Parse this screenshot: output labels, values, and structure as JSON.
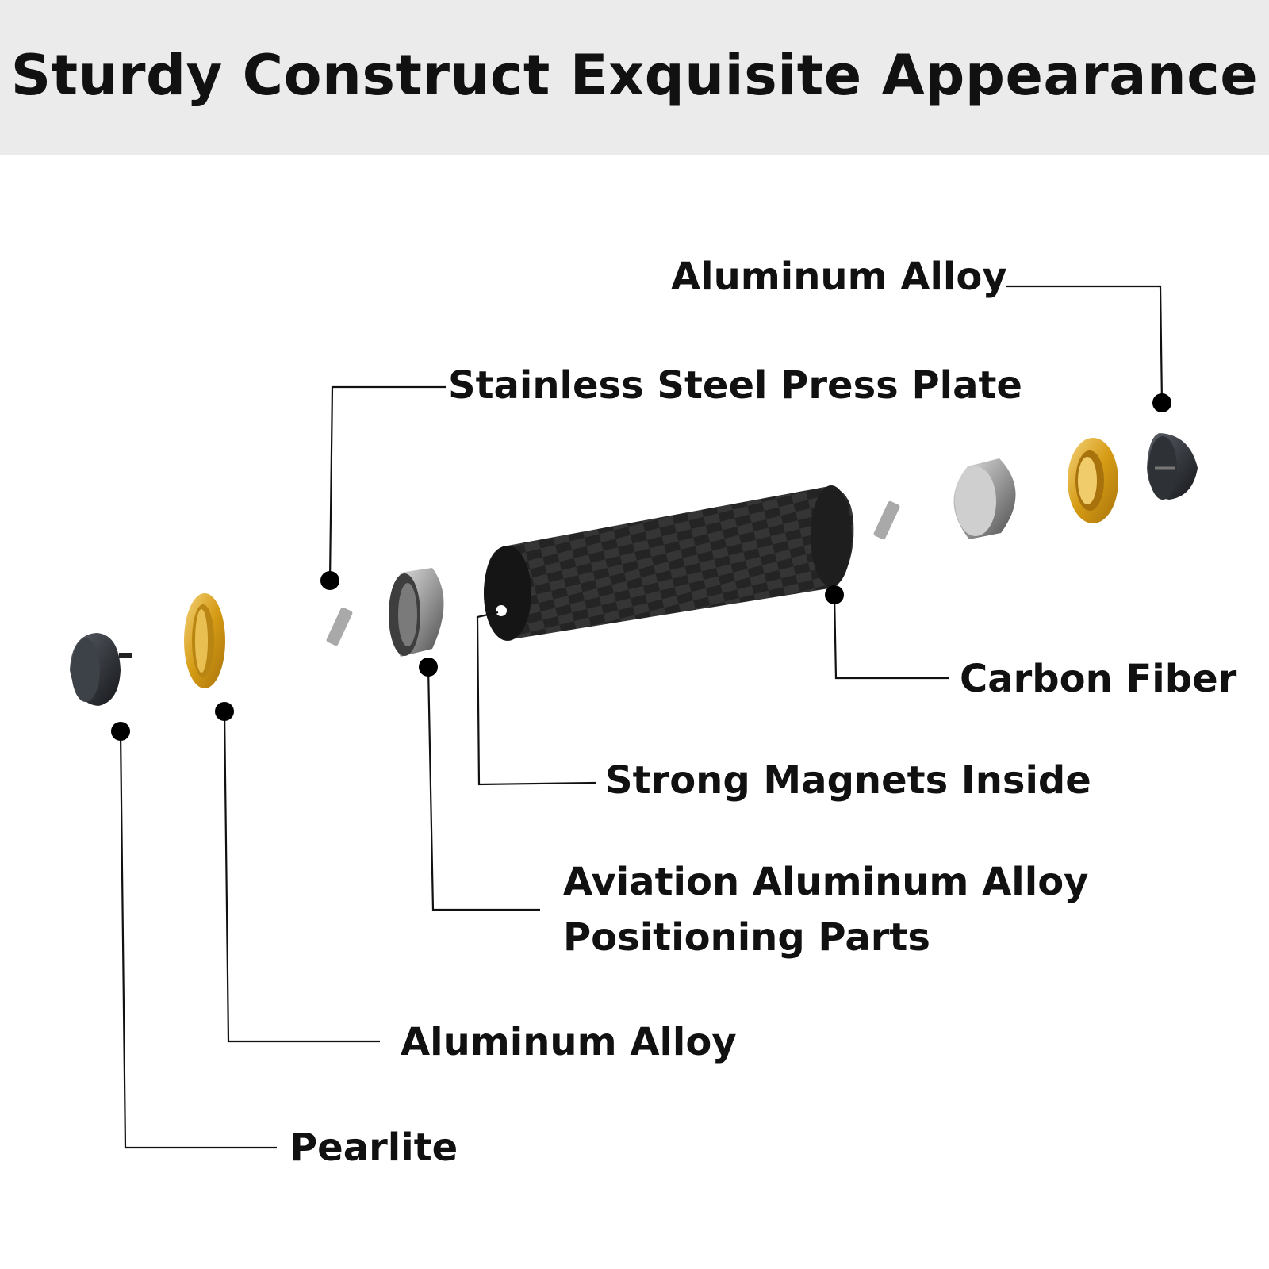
{
  "title": "Sturdy Construct Exquisite Appearance",
  "labels": {
    "aluminum_alloy_top": "Aluminum Alloy",
    "stainless_steel_press_plate": "Stainless Steel Press Plate",
    "carbon_fiber": "Carbon Fiber",
    "strong_magnets_inside": "Strong Magnets Inside",
    "aviation_line1": "Aviation Aluminum Alloy",
    "aviation_line2": "Positioning Parts",
    "aluminum_alloy_bottom": "Aluminum Alloy",
    "pearlite": "Pearlite"
  },
  "colors": {
    "header_bg": "#ebebeb",
    "leader_line": "#111111",
    "gold": "#d9a421",
    "carbon": "#2b2b2b",
    "steel": "#9a9a9a"
  }
}
